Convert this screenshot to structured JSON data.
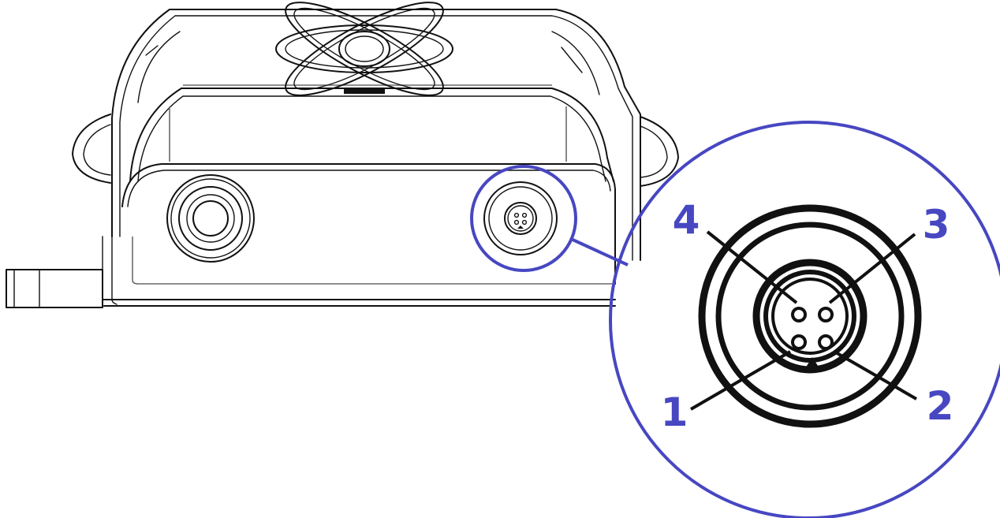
{
  "callout_color": "#4747c2",
  "line_color": "#111111",
  "pins": [
    {
      "id": "pin-1",
      "label": "1"
    },
    {
      "id": "pin-2",
      "label": "2"
    },
    {
      "id": "pin-3",
      "label": "3"
    },
    {
      "id": "pin-4",
      "label": "4"
    }
  ]
}
